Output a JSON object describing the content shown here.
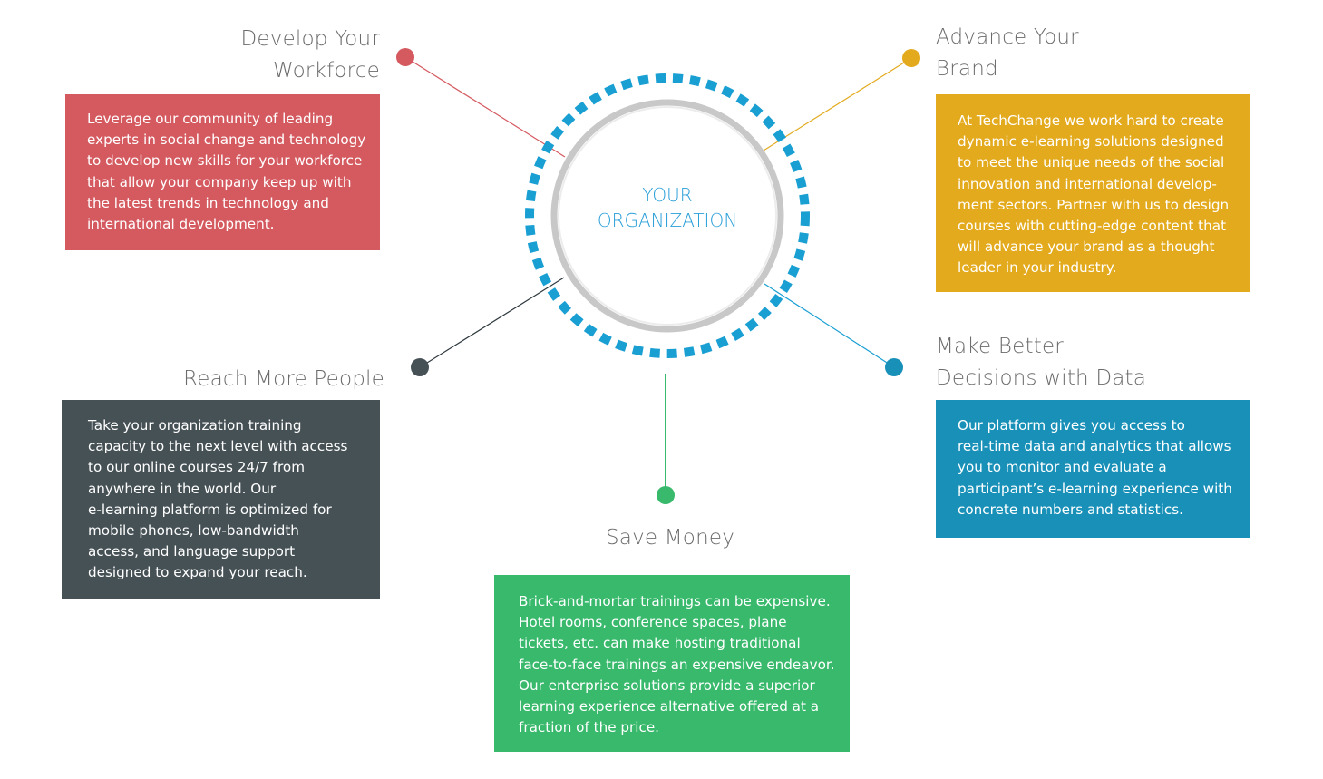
{
  "center": {
    "line1": "YOUR",
    "line2": "ORGANIZATION"
  },
  "colors": {
    "develop": "#d45a60",
    "brand": "#e3aa1d",
    "reach": "#465156",
    "data": "#1890b8",
    "money": "#38b96c",
    "ring_dashes": "#1a9fd3",
    "ring_circle": "#c8c8c8",
    "title_text": "#6b6b6b",
    "center_text": "#2a9fd8"
  },
  "icons": [
    "connector-dot-icon"
  ],
  "sections": {
    "develop": {
      "title_lines": [
        "Develop Your",
        "Workforce"
      ],
      "body_lines": [
        "Leverage our community of leading",
        "experts in social change and technology",
        "to develop new skills for your workforce",
        "that allow your company keep up with",
        "the latest trends in technology and",
        "international development."
      ]
    },
    "brand": {
      "title_lines": [
        "Advance Your",
        "Brand"
      ],
      "body_lines": [
        "At TechChange we work hard to create",
        "dynamic e-learning solutions designed",
        "to meet the unique needs of the social",
        "innovation and international develop-",
        "ment sectors. Partner with us to design",
        "courses with cutting-edge content that",
        "will advance your brand as a thought",
        "leader in your industry."
      ]
    },
    "reach": {
      "title_lines": [
        "Reach More People"
      ],
      "body_lines": [
        "Take your organization training",
        "capacity to the next level with access",
        "to our online courses 24/7 from",
        "anywhere in the world. Our",
        "e-learning platform is optimized for",
        "mobile phones, low-bandwidth",
        "access, and language support",
        "designed to expand your reach."
      ]
    },
    "data": {
      "title_lines": [
        "Make Better",
        "Decisions with Data"
      ],
      "body_lines": [
        "Our platform gives you access to",
        "real-time data and analytics that allows",
        "you to monitor and evaluate a",
        "participant’s e-learning experience with",
        "concrete numbers and statistics."
      ]
    },
    "money": {
      "title_lines": [
        "Save Money"
      ],
      "body_lines": [
        "Brick-and-mortar trainings can be expensive.",
        "Hotel rooms, conference spaces, plane",
        "tickets, etc. can make hosting traditional",
        "face-to-face trainings an expensive endeavor.",
        "Our enterprise solutions provide a superior",
        "learning experience alternative offered at a",
        "fraction of the price."
      ]
    }
  }
}
